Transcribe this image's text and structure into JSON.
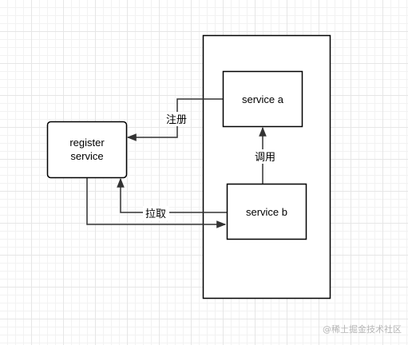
{
  "diagram": {
    "nodes": {
      "register_service": {
        "lines": [
          "register",
          "service"
        ]
      },
      "service_a": {
        "label": "service a"
      },
      "service_b": {
        "label": "service b"
      },
      "container": {
        "label": ""
      }
    },
    "edges": {
      "register": {
        "label": "注册"
      },
      "invoke": {
        "label": "调用"
      },
      "pull": {
        "label": "拉取"
      },
      "connect": {
        "label": ""
      }
    }
  },
  "watermark": "@稀土掘金技术社区",
  "colors": {
    "stroke": "#000000",
    "edge": "#333333",
    "background": "#ffffff",
    "grid": "#e6e6e6",
    "watermark": "#b5b5b5"
  }
}
